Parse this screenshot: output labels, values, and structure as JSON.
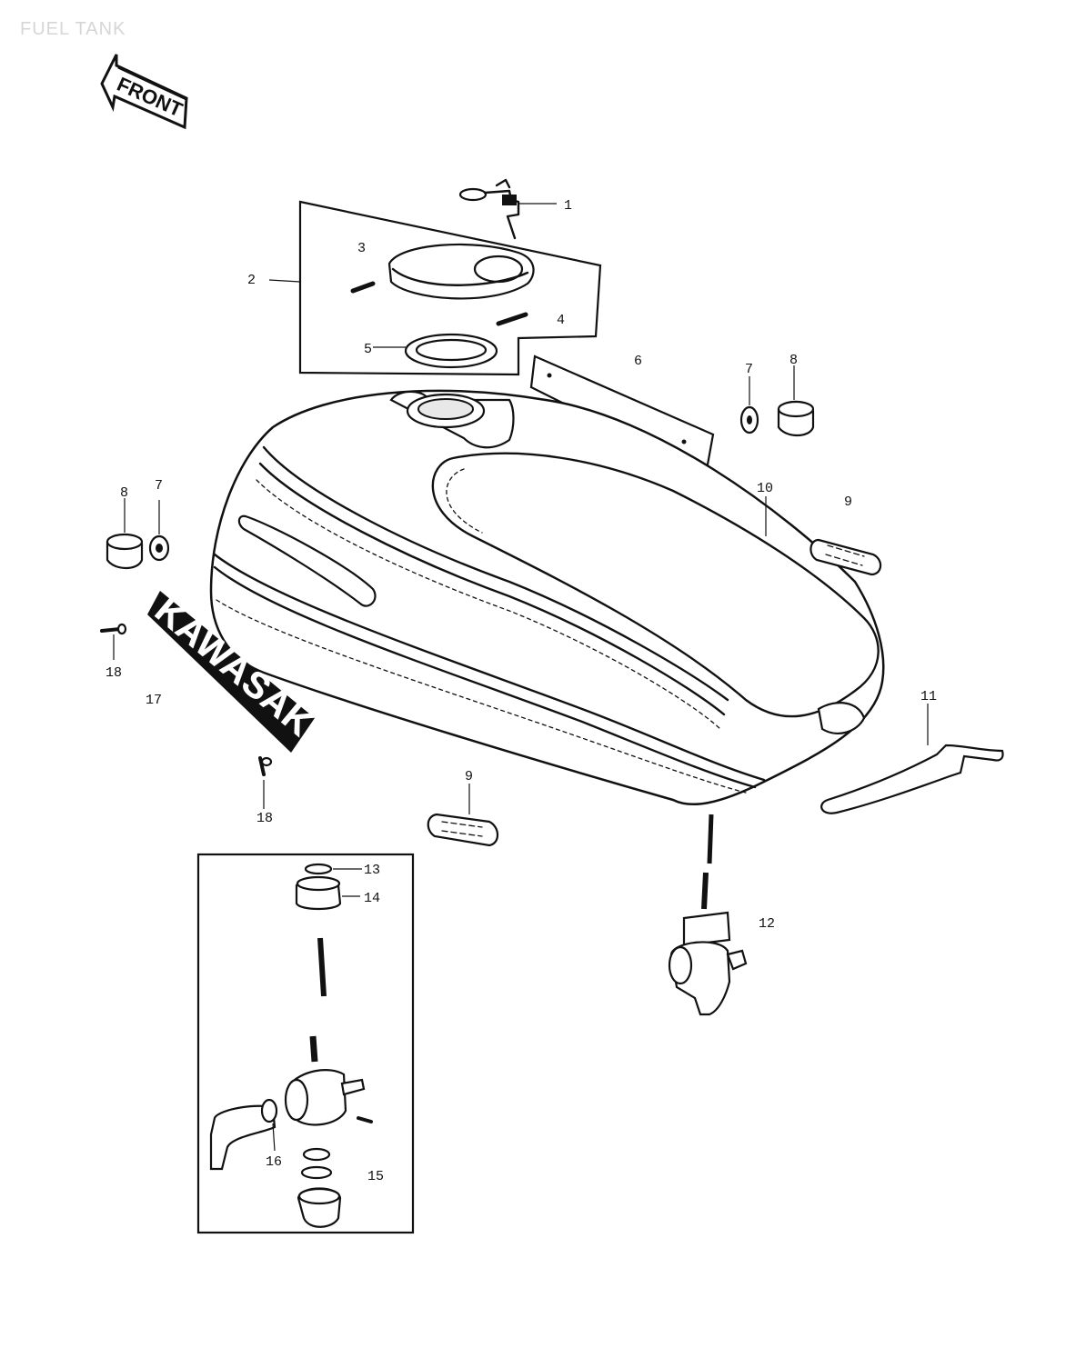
{
  "page_title": "FUEL TANK",
  "front_arrow_label": "FRONT",
  "emblem_text": "KAWASAKI",
  "callouts": {
    "c1": "1",
    "c2": "2",
    "c3": "3",
    "c4": "4",
    "c5": "5",
    "c6": "6",
    "c7a": "7",
    "c7b": "7",
    "c8a": "8",
    "c8b": "8",
    "c9a": "9",
    "c9b": "9",
    "c10": "10",
    "c11": "11",
    "c12": "12",
    "c13": "13",
    "c14": "14",
    "c15": "15",
    "c16": "16",
    "c17": "17",
    "c18a": "18",
    "c18b": "18"
  }
}
